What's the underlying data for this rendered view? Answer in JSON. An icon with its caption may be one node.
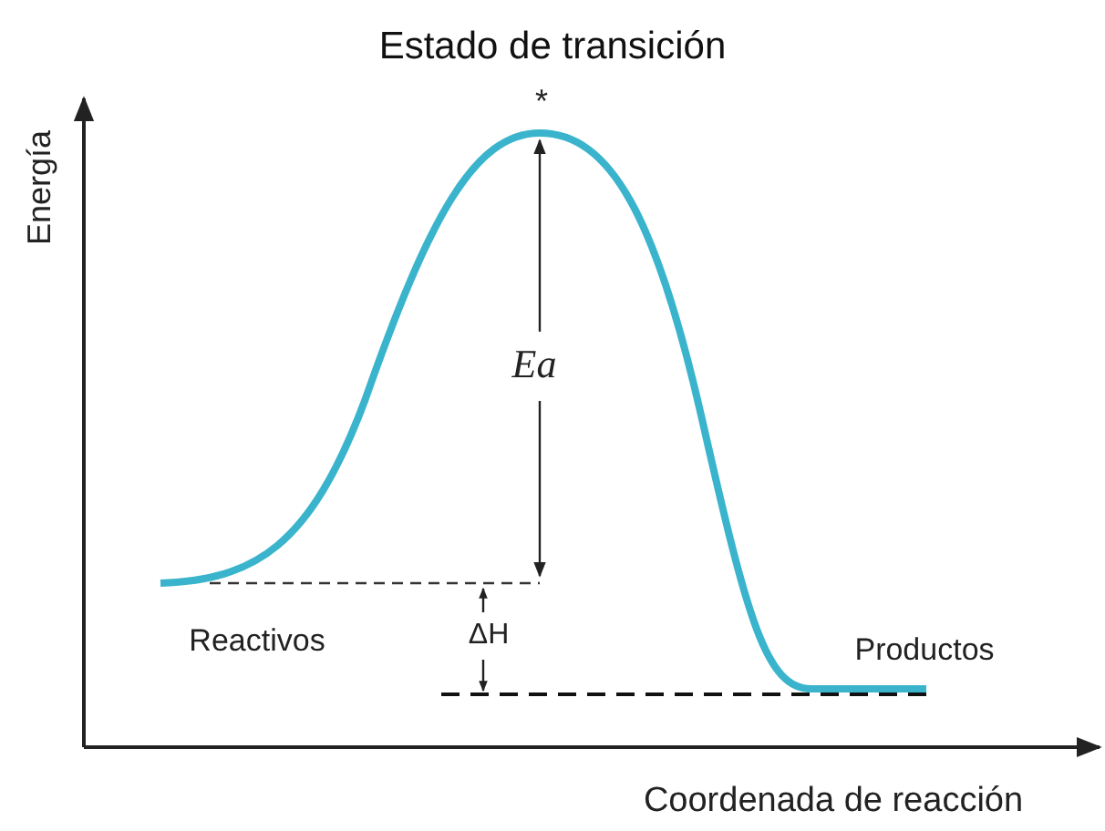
{
  "diagram": {
    "title": "Estado de transición",
    "labels": [
      "*",
      "Energía",
      "Ea",
      "Reactivos",
      "ΔH",
      "Productos",
      "Coordenada de reacción"
    ]
  }
}
